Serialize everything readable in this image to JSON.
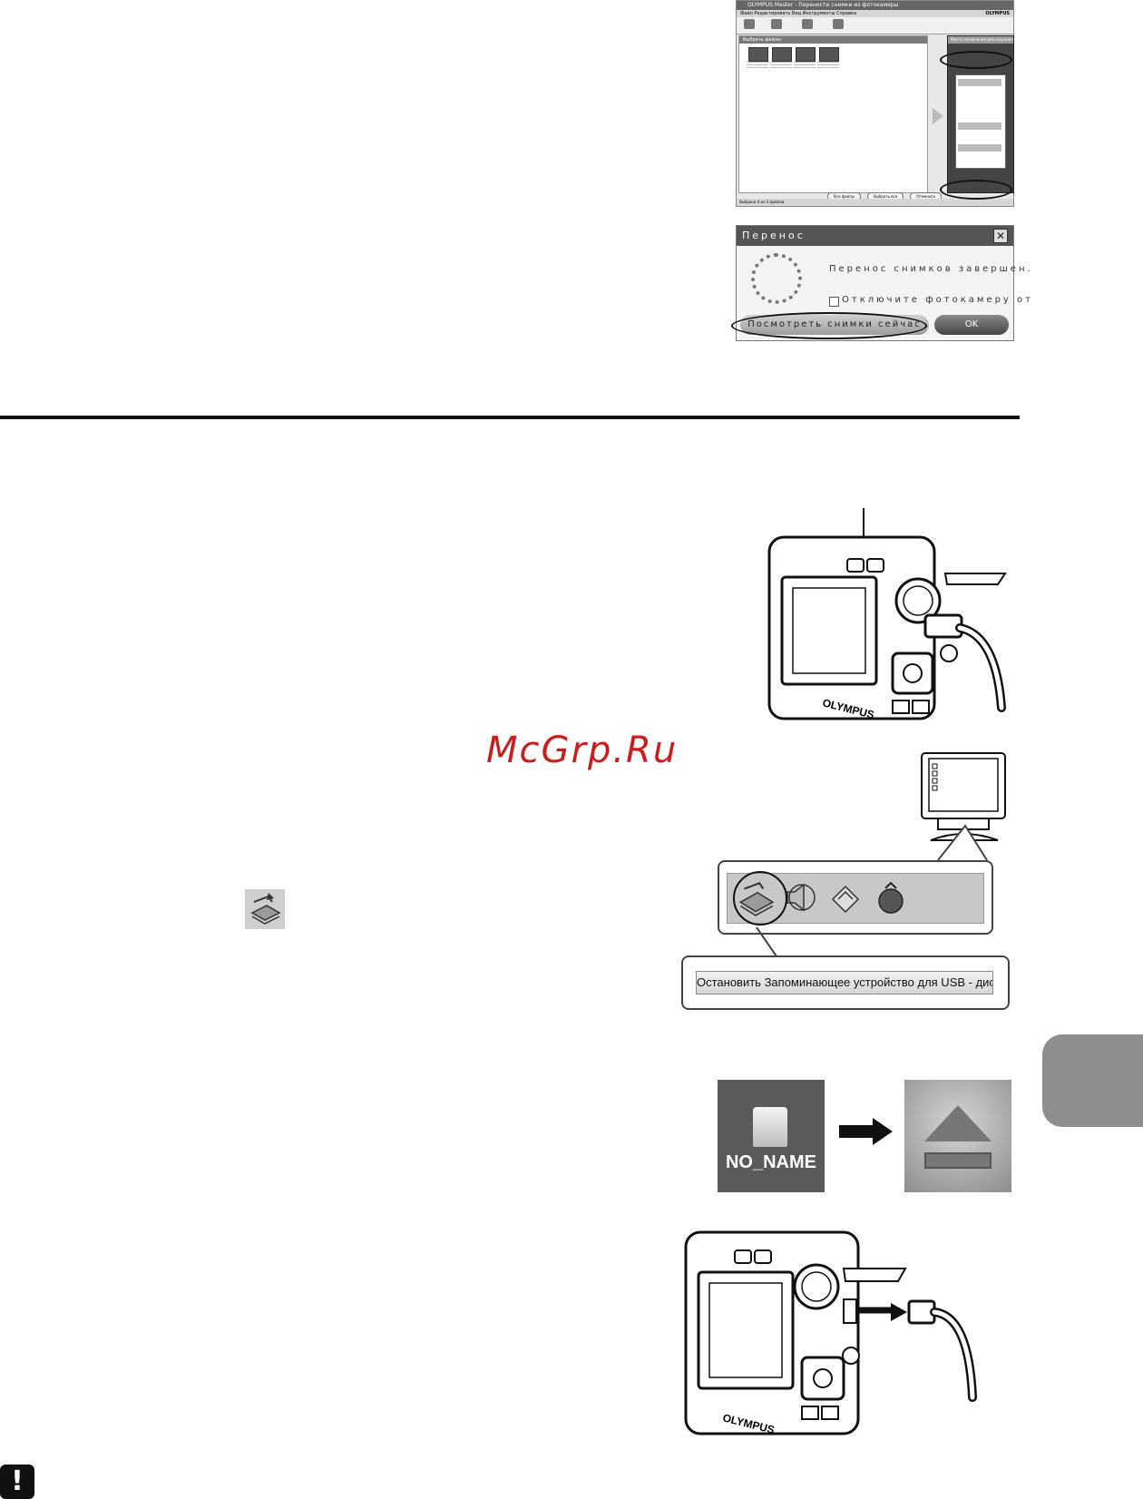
{
  "transfer_window": {
    "title": "OLYMPUS Master - Перенести снимки из фотокамеры",
    "menu": "Файл  Редактировать  Вид  Инструменты  Справка",
    "brand": "OLYMPUS",
    "left_header": "Выбрать файлы",
    "right_header": "Место назначения для сохранения",
    "status": "Выбрано 4 из 4 файлов",
    "buttons": [
      "Все файлы",
      "Выбрать все",
      "Отменить"
    ]
  },
  "transfer_dialog": {
    "title": "Перенос",
    "close_glyph": "✕",
    "message": "Перенос снимков завершен.",
    "checkbox_label": "Отключите фотокамеру от",
    "view_button": "Посмотреть снимки сейчас",
    "ok_button": "OK"
  },
  "watermark": "McGrp.Ru",
  "camera_brand": "OLYMPUS",
  "tooltip": "Остановить Запоминающее устройство для USB - диск(I:)",
  "mac_drive_label": "NO_NAME",
  "warning_glyph": "!",
  "colors": {
    "watermark": "#c81e1e",
    "chapter_tab": "#8e8e8e",
    "rule": "#111111"
  }
}
